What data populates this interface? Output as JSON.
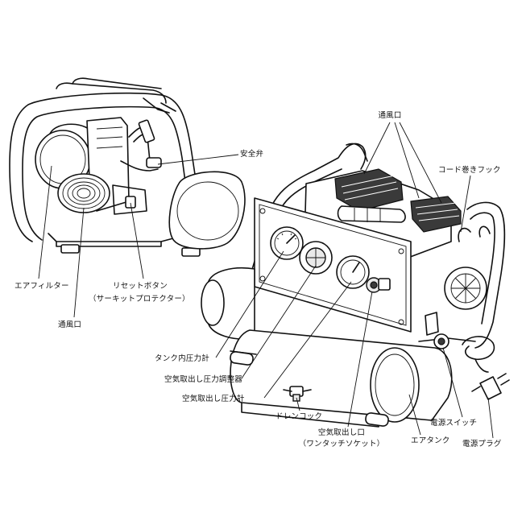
{
  "labels": {
    "safety_valve": "安全弁",
    "vent_top": "通風口",
    "cord_hook": "コード巻きフック",
    "air_filter": "エアフィルター",
    "reset_button": "リセットボタン",
    "circuit_protector": "（サーキットプロテクター）",
    "vent_left": "通風口",
    "tank_pressure_gauge": "タンク内圧力計",
    "outlet_regulator": "空気取出し圧力調整器",
    "outlet_pressure_gauge": "空気取出し圧力計",
    "drain_cock": "ドレンコック",
    "air_outlet": "空気取出し口",
    "one_touch_socket": "（ワンタッチソケット）",
    "air_tank": "エアタンク",
    "power_switch": "電源スイッチ",
    "power_plug": "電源プラグ"
  }
}
